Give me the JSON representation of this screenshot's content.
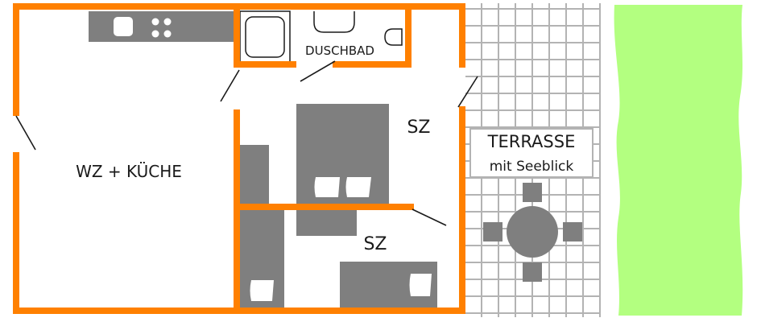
{
  "rooms": {
    "living_kitchen": "WZ + KÜCHE",
    "shower_bath": "DUSCHBAD",
    "bedroom_1": "SZ",
    "bedroom_2": "SZ"
  },
  "terrace": {
    "title": "TERRASSE",
    "subtitle": "mit Seeblick"
  },
  "colors": {
    "walls": "#ff8000",
    "furniture": "#7f7f7f",
    "terrace_grid": "#b3b3b3",
    "lawn": "#b3ff80",
    "background": "#ffffff"
  }
}
